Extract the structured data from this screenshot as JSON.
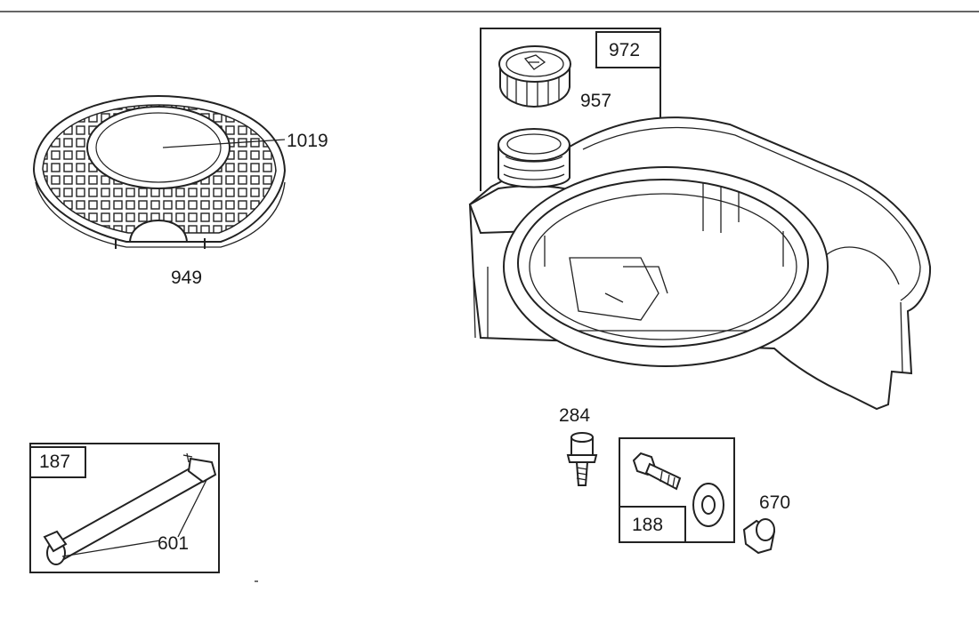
{
  "parts": {
    "part_1019": "1019",
    "part_949": "949",
    "part_972": "972",
    "part_957": "957",
    "part_284": "284",
    "part_188": "188",
    "part_670": "670",
    "part_187": "187",
    "part_601": "601"
  }
}
